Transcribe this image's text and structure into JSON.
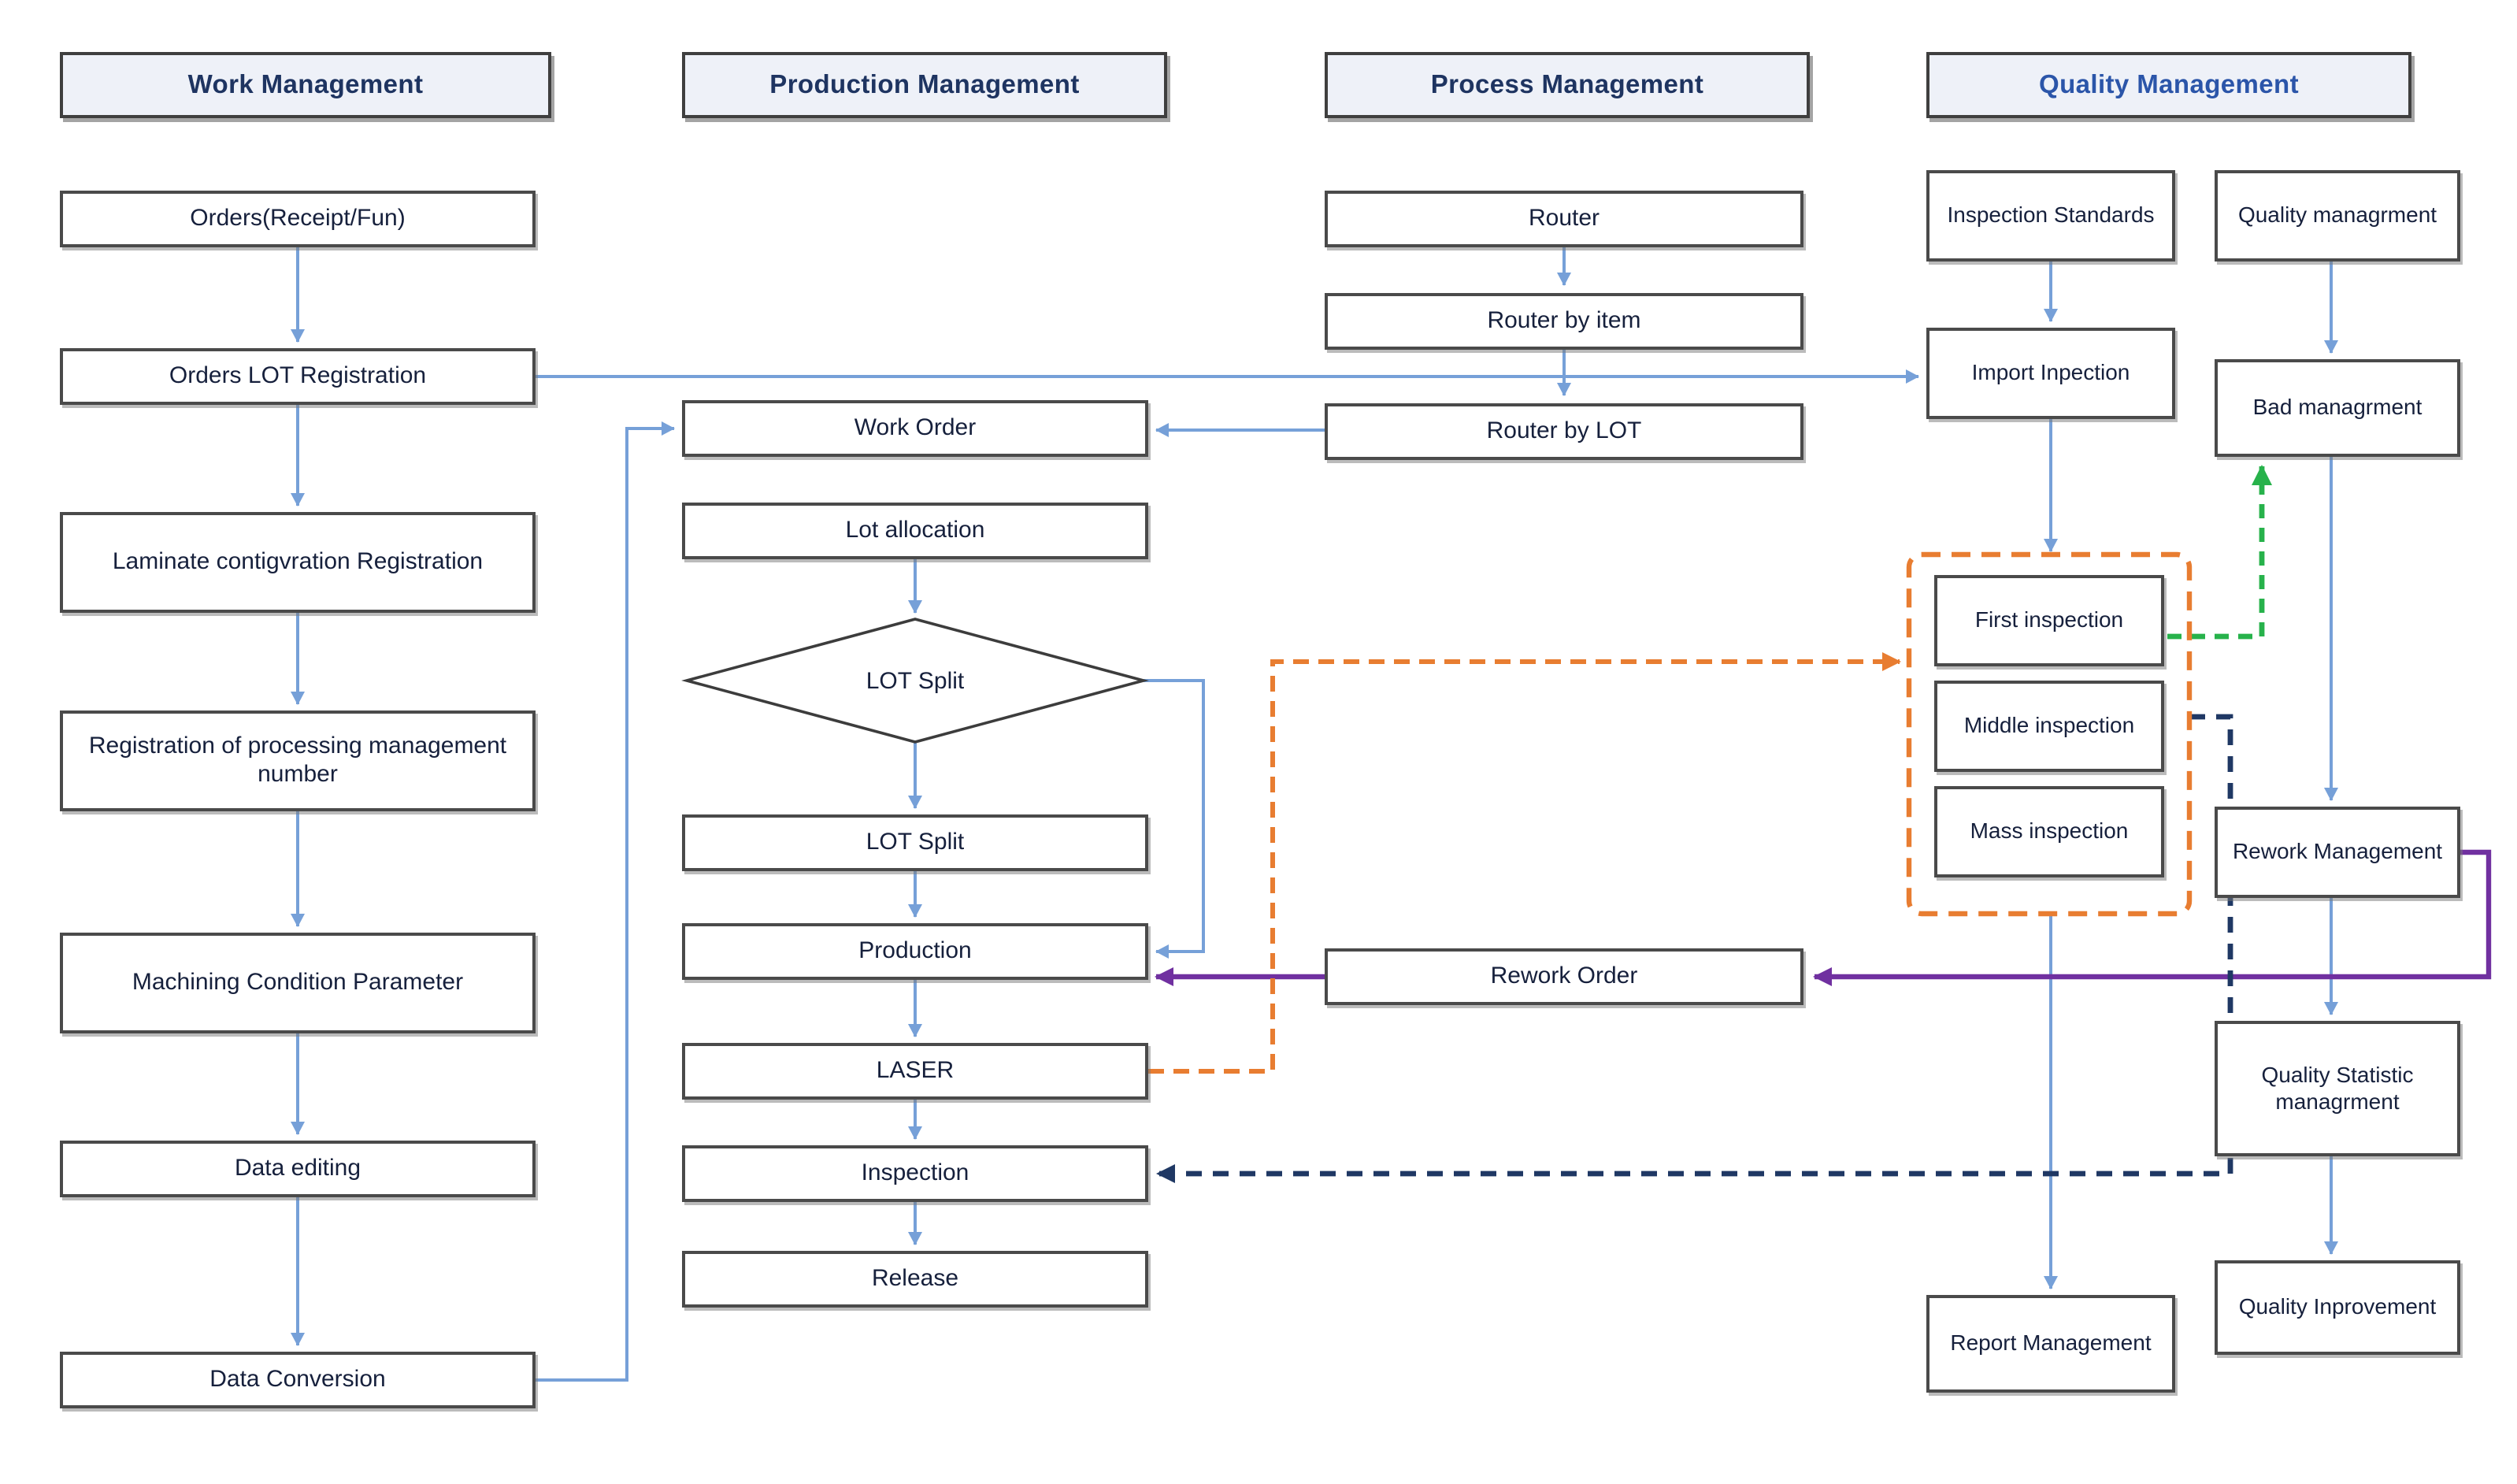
{
  "headers": {
    "work": "Work Management",
    "production": "Production Management",
    "process": "Process Management",
    "quality": "Quality Management"
  },
  "work": {
    "orders": "Orders(Receipt/Fun)",
    "orders_lot_registration": "Orders LOT Registration",
    "laminate_configuration": "Laminate contigvration Registration",
    "processing_number": "Registration of processing management number",
    "machining_condition": "Machining Condition Parameter",
    "data_editing": "Data editing",
    "data_conversion": "Data Conversion"
  },
  "production": {
    "work_order": "Work Order",
    "lot_allocation": "Lot allocation",
    "lot_split_decision": "LOT Split",
    "lot_split": "LOT Split",
    "production": "Production",
    "laser": "LASER",
    "inspection": "Inspection",
    "release": "Release"
  },
  "process": {
    "router": "Router",
    "router_by_item": "Router by item",
    "router_by_lot": "Router by LOT",
    "rework_order": "Rework Order"
  },
  "quality": {
    "inspection_standards": "Inspection Standards",
    "import_inpection": "Import Inpection",
    "quality_managrment": "Quality managrment",
    "bad_managrment": "Bad managrment",
    "first_inspection": "First inspection",
    "middle_inspection": "Middle inspection",
    "mass_inspection": "Mass inspection",
    "rework_management": "Rework Management",
    "quality_statistic": "Quality Statistic managrment",
    "quality_inprovement": "Quality Inprovement",
    "report_management": "Report Management"
  },
  "colors": {
    "arrow_blue": "#76a0d8",
    "arrow_purple": "#7030a0",
    "dash_orange": "#e87d31",
    "dash_green": "#27b24b",
    "dash_navy": "#1f3864",
    "header_fill": "#eef1f8",
    "header_text": "#1e3461",
    "quality_header_text": "#2b55a9",
    "box_border": "#4a4a4a",
    "box_text": "#16203c",
    "background": "#ffffff"
  }
}
